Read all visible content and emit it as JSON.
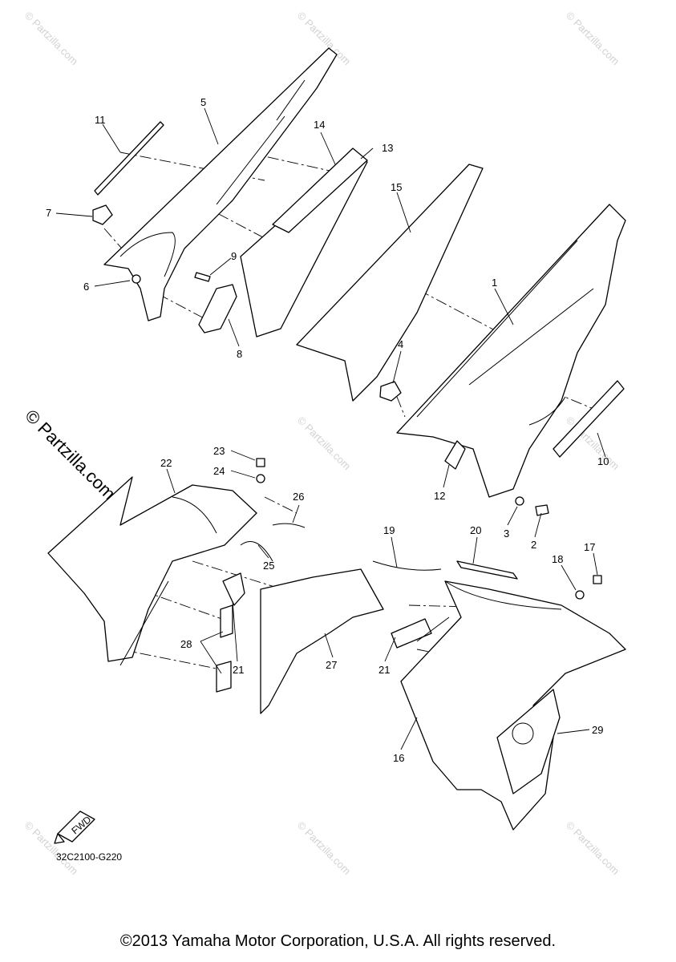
{
  "callouts": [
    "1",
    "2",
    "3",
    "4",
    "5",
    "6",
    "7",
    "8",
    "9",
    "10",
    "11",
    "12",
    "13",
    "14",
    "15",
    "16",
    "17",
    "18",
    "19",
    "20",
    "21",
    "21",
    "22",
    "23",
    "24",
    "25",
    "26",
    "27",
    "28",
    "29"
  ],
  "watermark": "© Partzilla.com",
  "diagram_code": "32C2100-G220",
  "fwd_label": "FWD",
  "copyright": "©2013 Yamaha Motor Corporation, U.S.A. All rights reserved."
}
